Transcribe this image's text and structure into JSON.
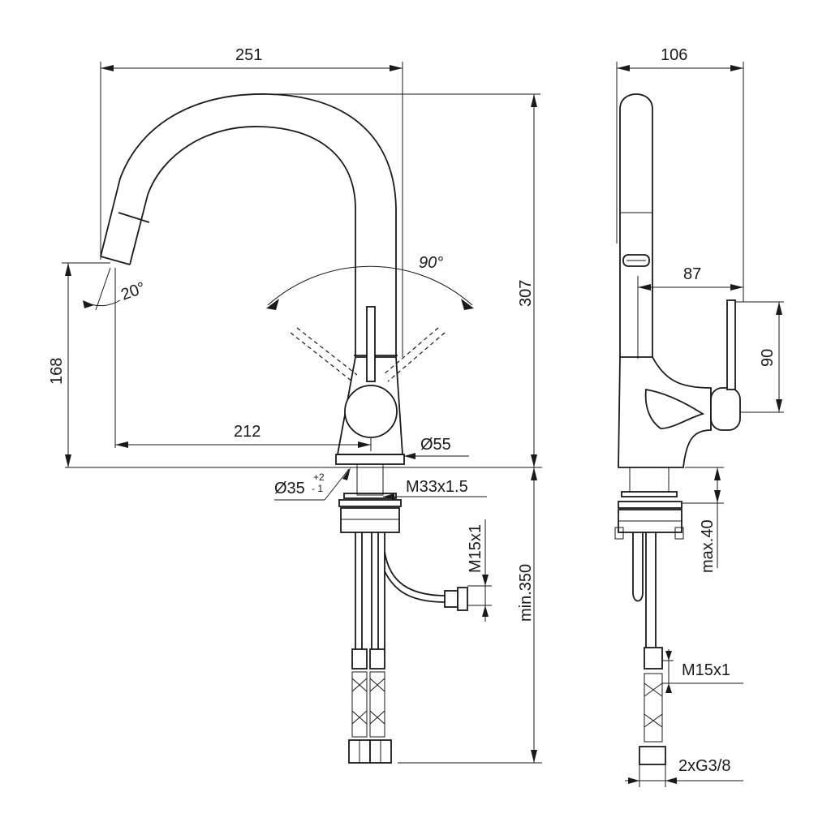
{
  "drawing": {
    "front_view": {
      "overall_width": "251",
      "spout_reach": "212",
      "height_to_outlet": "168",
      "overall_height": "307",
      "outlet_angle": "20°",
      "lever_swing": "90°",
      "base_diameter": "Ø55",
      "hole_diameter": "Ø35",
      "hole_tol_plus": "+2",
      "hole_tol_minus": "- 1",
      "thread_shank": "M33x1.5",
      "thread_diverter": "M15x1",
      "hose_length": "min.350"
    },
    "side_view": {
      "overall_depth": "106",
      "lever_offset": "87",
      "lever_height": "90",
      "max_counter": "max.40",
      "thread_hose": "M15x1",
      "connection": "2xG3/8"
    }
  }
}
